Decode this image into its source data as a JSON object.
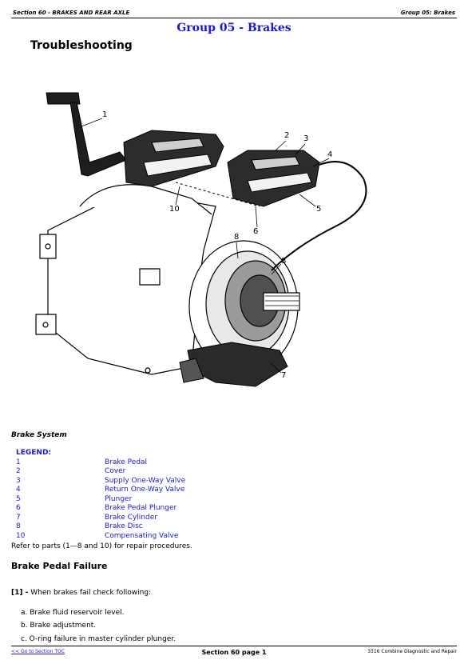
{
  "header": {
    "left": "Section 60 - BRAKES AND REAR AXLE",
    "right": "Group 05: Brakes"
  },
  "group_title": "Group 05 - Brakes",
  "section_title": "Troubleshooting",
  "figure": {
    "callouts": [
      "1",
      "2",
      "3",
      "4",
      "5",
      "6",
      "7",
      "8",
      "8",
      "10"
    ]
  },
  "caption": "Brake System",
  "legend": {
    "heading": "LEGEND:",
    "items": [
      {
        "num": "1",
        "label": "Brake Pedal"
      },
      {
        "num": "2",
        "label": "Cover"
      },
      {
        "num": "3",
        "label": "Supply One-Way Valve"
      },
      {
        "num": "4",
        "label": "Return One-Way Valve"
      },
      {
        "num": "5",
        "label": "Plunger"
      },
      {
        "num": "6",
        "label": "Brake Pedal Plunger"
      },
      {
        "num": "7",
        "label": "Brake Cylinder"
      },
      {
        "num": "8",
        "label": "Brake Disc"
      },
      {
        "num": "10",
        "label": "Compensating Valve"
      }
    ]
  },
  "refer_text": "Refer to parts (1—8 and 10) for repair procedures.",
  "subsection_title": "Brake Pedal Failure",
  "step": {
    "number": "[1] -",
    "text": "When brakes fail check following:"
  },
  "checks": [
    "a.  Brake fluid reservoir level.",
    "b.  Brake adjustment.",
    "c.  O-ring failure in master cylinder plunger."
  ],
  "footer": {
    "link": "<< Go to Section TOC",
    "center": "Section 60 page 1",
    "right": "3316 Combine Diagnostic and Repair"
  }
}
